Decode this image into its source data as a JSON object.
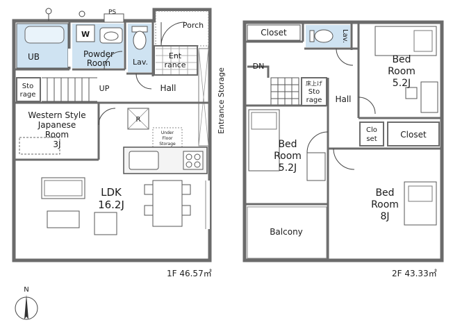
{
  "floors": [
    {
      "id": "1F",
      "area_label": "1F 46.57㎡",
      "rooms": {
        "ub": "UB",
        "w_mark": "W",
        "ps": "PS",
        "powder_1": "Powder",
        "powder_2": "Room",
        "lav": "Lav.",
        "porch": "Porch",
        "entrance_1": "Ent",
        "entrance_2": "rance",
        "storage_1": "Sto",
        "storage_2": "rage",
        "up": "UP",
        "hall": "Hall",
        "entrance_storage": "Entrance Storage",
        "r_mark": "R",
        "underfloor_1": "Under",
        "underfloor_2": "Floor",
        "underfloor_3": "Storage",
        "japanese_1": "Western Style",
        "japanese_2": "Japanese",
        "japanese_3": "Room",
        "japanese_4": "3J",
        "ldk_1": "LDK",
        "ldk_2": "16.2J"
      }
    },
    {
      "id": "2F",
      "area_label": "2F 43.33㎡",
      "rooms": {
        "closet_a": "Closet",
        "lav": "Lav.",
        "dn": "DN",
        "ceiling_storage_1": "床上げ",
        "ceiling_storage_2": "Sto",
        "ceiling_storage_3": "rage",
        "hall": "Hall",
        "bed_ne_1": "Bed",
        "bed_ne_2": "Room",
        "bed_ne_3": "5.2J",
        "closet_b_1": "Clo",
        "closet_b_2": "set",
        "closet_c": "Closet",
        "bed_w_1": "Bed",
        "bed_w_2": "Room",
        "bed_w_3": "5.2J",
        "bed_se_1": "Bed",
        "bed_se_2": "Room",
        "bed_se_3": "8J",
        "balcony": "Balcony"
      }
    }
  ],
  "compass": {
    "label": "N"
  },
  "colors": {
    "wall": "#6b6b6b",
    "bath_fill": "#cfe3f2",
    "line": "#333333"
  }
}
